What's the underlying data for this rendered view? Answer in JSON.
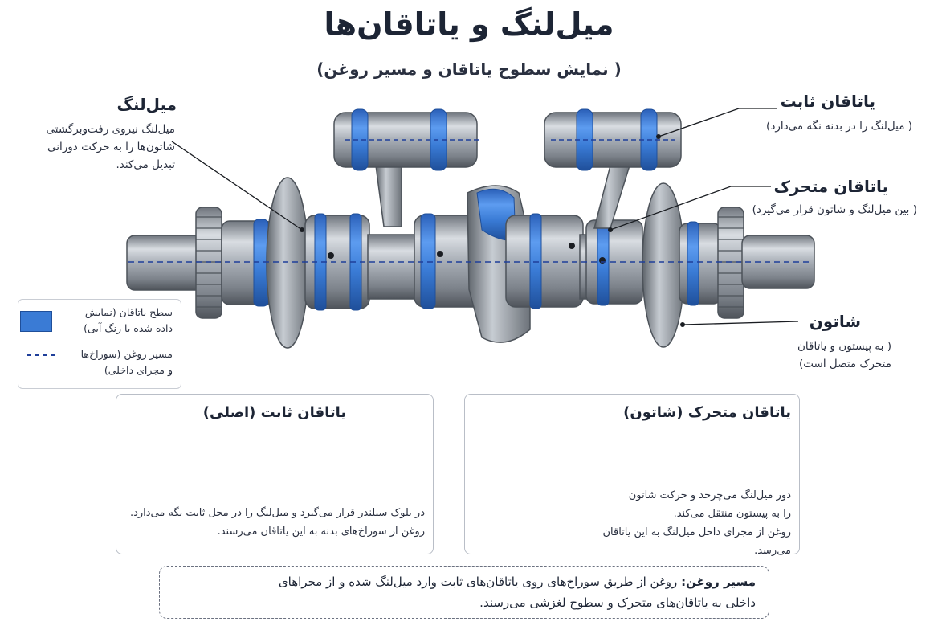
{
  "header": {
    "title": "میل‌لنگ و یاتاقان‌ها",
    "subtitle": "( نمایش سطوح یاتاقان و مسیر روغن)"
  },
  "labels": {
    "crankshaft": {
      "title": "میل‌لنگ",
      "lines": [
        "میل‌لنگ نیروی رفت‌وبرگشتی",
        "شاتون‌ها را به حرکت دورانی",
        "تبدیل می‌کند."
      ]
    },
    "main_bearing": {
      "title": "یاتاقان ثابت",
      "desc": "( میل‌لنگ را در بدنه نگه می‌دارد)"
    },
    "rod_bearing": {
      "title": "یاتاقان متحرک",
      "desc": "( بین میل‌لنگ و شاتون قرار می‌گیرد)"
    },
    "connecting_rod": {
      "title": "شاتون",
      "lines": [
        "( به پیستون و یاتاقان",
        "متحرک متصل است)"
      ]
    }
  },
  "legend": {
    "bearing_surface": [
      "سطح یاتاقان (نمایش",
      "داده شده با رنگ آبی)"
    ],
    "oil_path": [
      "مسیر روغن (سوراخ‌ها",
      "و مجرای داخلی)"
    ]
  },
  "cards": {
    "main": {
      "title": "یاتاقان ثابت (اصلی)",
      "lines": [
        "در بلوک سیلندر قرار می‌گیرد و میل‌لنگ را در محل ثابت نگه می‌دارد.",
        "روغن از سوراخ‌های بدنه به این یاتاقان می‌رسند."
      ]
    },
    "rod": {
      "title": "یاتاقان متحرک (شاتون)",
      "lines": [
        "دور میل‌لنگ می‌چرخد و حرکت شاتون",
        "را به پیستون منتقل می‌کند.",
        "روغن از مجرای داخل میل‌لنگ به این یاتاقان می‌رسد."
      ]
    }
  },
  "note": {
    "label": "مسیر روغن:",
    "line1": "روغن از طریق سوراخ‌های روی یاتاقان‌های ثابت وارد میل‌لنگ شده و از مجراهای",
    "line2": "داخلی به یاتاقان‌های متحرک و سطوح لغزشی می‌رسند."
  },
  "colors": {
    "bearing_blue": "#3a7bd5",
    "oil_line": "#1f3f9a",
    "steel": "#9aa0a8"
  }
}
